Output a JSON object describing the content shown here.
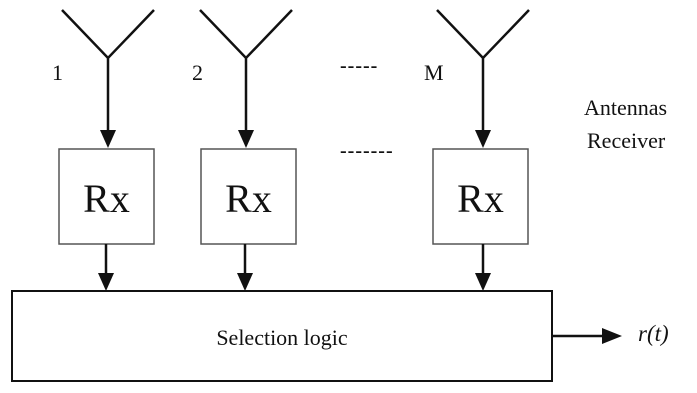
{
  "antennas": [
    {
      "label": "1"
    },
    {
      "label": "2"
    },
    {
      "label": "M"
    }
  ],
  "ellipsis": {
    "top": "-----",
    "middle": "-------"
  },
  "receivers": [
    {
      "label": "Rx"
    },
    {
      "label": "Rx"
    },
    {
      "label": "Rx"
    }
  ],
  "side_labels": {
    "antennas": "Antennas",
    "receiver": "Receiver"
  },
  "selection_logic": {
    "label": "Selection logic"
  },
  "output": {
    "label": "r(t)"
  },
  "colors": {
    "stroke": "#111111",
    "box_stroke": "#555555",
    "background": "#ffffff"
  }
}
